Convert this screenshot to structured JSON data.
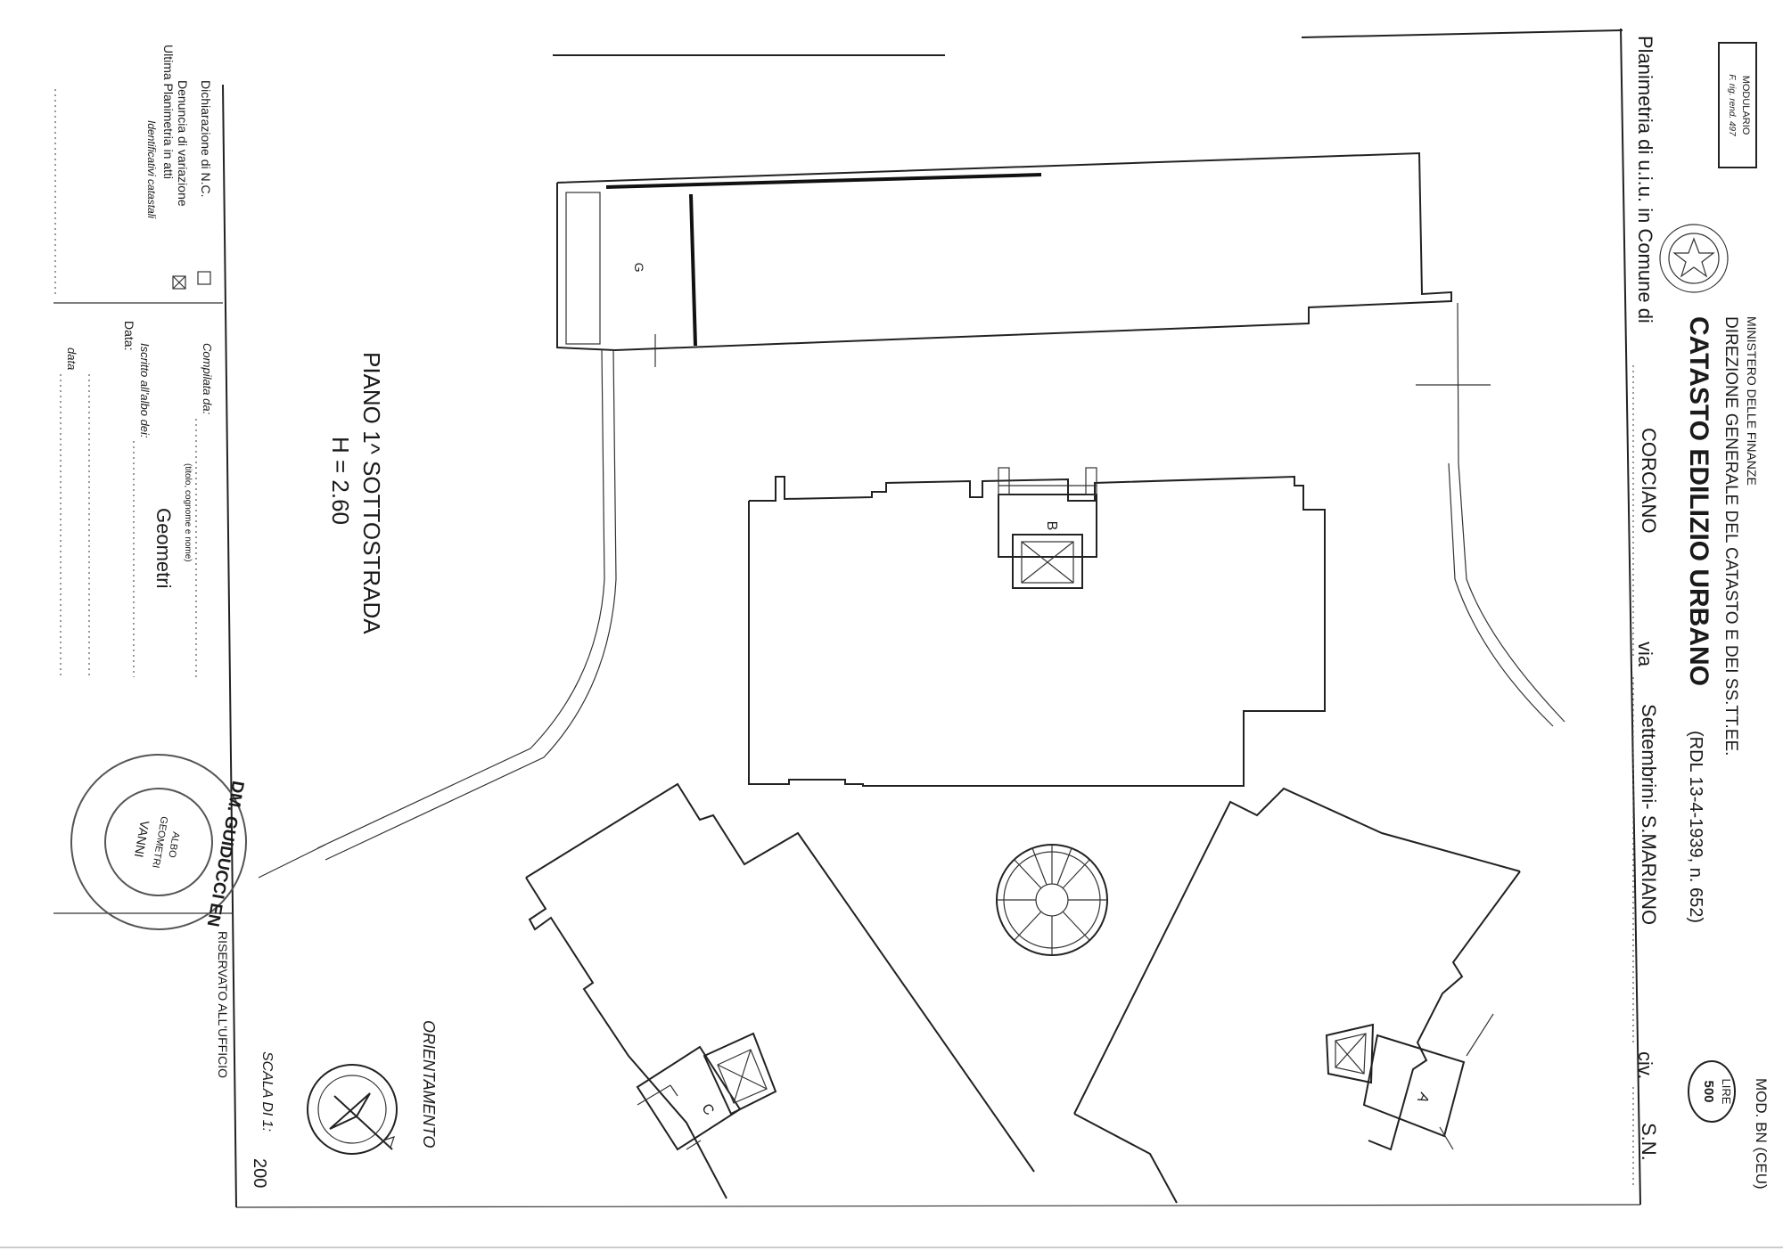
{
  "header": {
    "modulario": "MODULARIO",
    "modulario_ref": "F. rig. rend. 497",
    "mod": "MOD. BN (CEU)",
    "ministry": "MINISTERO DELLE FINANZE",
    "direction": "DIREZIONE GENERALE DEL CATASTO E DEI SS.TT.EE.",
    "title": "CATASTO EDILIZIO URBANO",
    "title_ref": "(RDL 13-4-1939, n. 652)",
    "lire_label": "LIRE",
    "lire_value": "500",
    "planimetria_prefix": "Planimetria di u.i.u. in Comune di",
    "comune": "CORCIANO",
    "via_label": "via",
    "via": "Settembrini- S.MARIANO",
    "civ_label": "civ.",
    "civ": "S.N."
  },
  "floor": {
    "line1": "PIANO 1^ SOTTOSTRADA",
    "line2": "H = 2.60"
  },
  "labels": {
    "a": "A",
    "b": "B",
    "c": "C",
    "g": "G"
  },
  "orientation": {
    "label": "ORIENTAMENTO",
    "scale_label": "SCALA DI 1:",
    "scale_value": "200"
  },
  "office": {
    "reserved": "RISERVATO ALL'UFFICIO"
  },
  "sidebar": {
    "dich": "Dichiarazione di N.C.",
    "denuncia": "Denuncia di variazione",
    "ultima": "Ultima Planimetria in atti",
    "ident": "Identificativi catastali",
    "data": "Data:",
    "data2": "data",
    "compilata": "Compilata da:",
    "compilata_hint": "(titolo, cognome e nome)",
    "iscritto": "Iscritto all'albo dei:",
    "geometri": "Geometri"
  },
  "stamp": {
    "top": "DM. GUIDUCCI EN",
    "mid1": "ALBO",
    "mid2": "GEOMETRI",
    "bottom": "VANNI"
  }
}
